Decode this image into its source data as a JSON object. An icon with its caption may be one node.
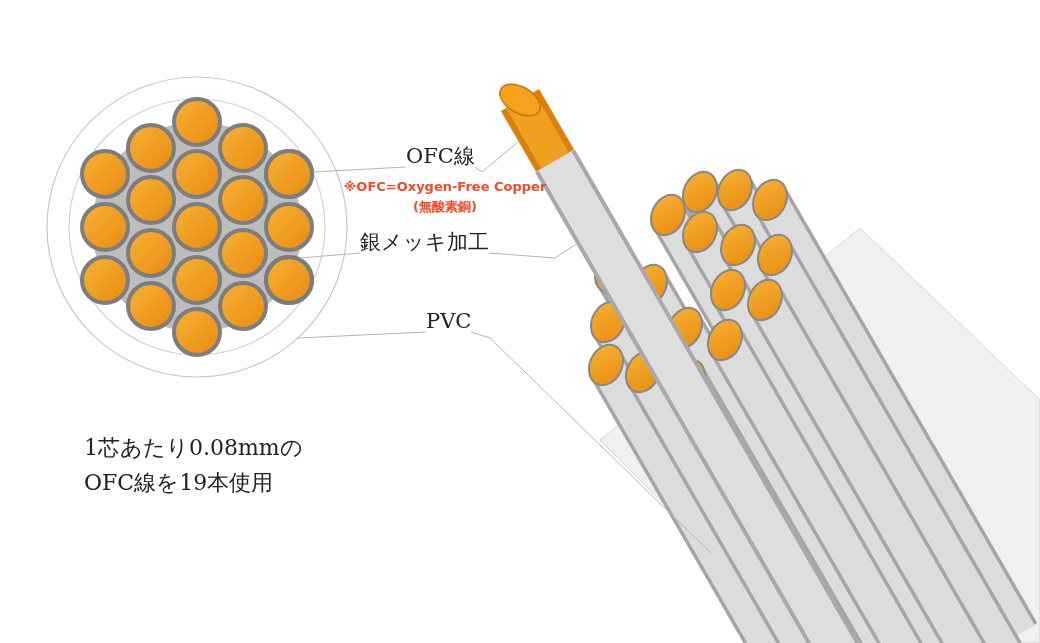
{
  "diagram": {
    "nodes": [
      {
        "text": [
          "OFC線"
        ]
      },
      {
        "text": [
          "銀メッキ加工"
        ]
      },
      {
        "text": [
          "PVC"
        ]
      },
      {
        "text": [],
        "shape": "circle"
      },
      {
        "text": [],
        "shape": "circle",
        "in": 3
      },
      {
        "text": [],
        "shape": "circle",
        "in": 3
      },
      {
        "text": [],
        "shape": "picture"
      },
      {
        "text": [],
        "shape": "picture"
      },
      {
        "text": [],
        "shape": "picture"
      }
    ],
    "edges": [
      {
        "from": 0,
        "to": 4,
        "arrow": "none"
      },
      {
        "from": 0,
        "to": 6,
        "arrow": "none"
      },
      {
        "from": 1,
        "to": 5,
        "arrow": "none"
      },
      {
        "from": 1,
        "to": 7,
        "arrow": "none"
      },
      {
        "from": 2,
        "to": 3,
        "arrow": "none"
      },
      {
        "from": 2,
        "to": 8,
        "arrow": "none"
      }
    ],
    "labels": [
      "※OFC=Oxygen-Free Copper (無酸素銅)",
      "1芯あたり0.08mmのOFC線を19本使用"
    ]
  }
}
